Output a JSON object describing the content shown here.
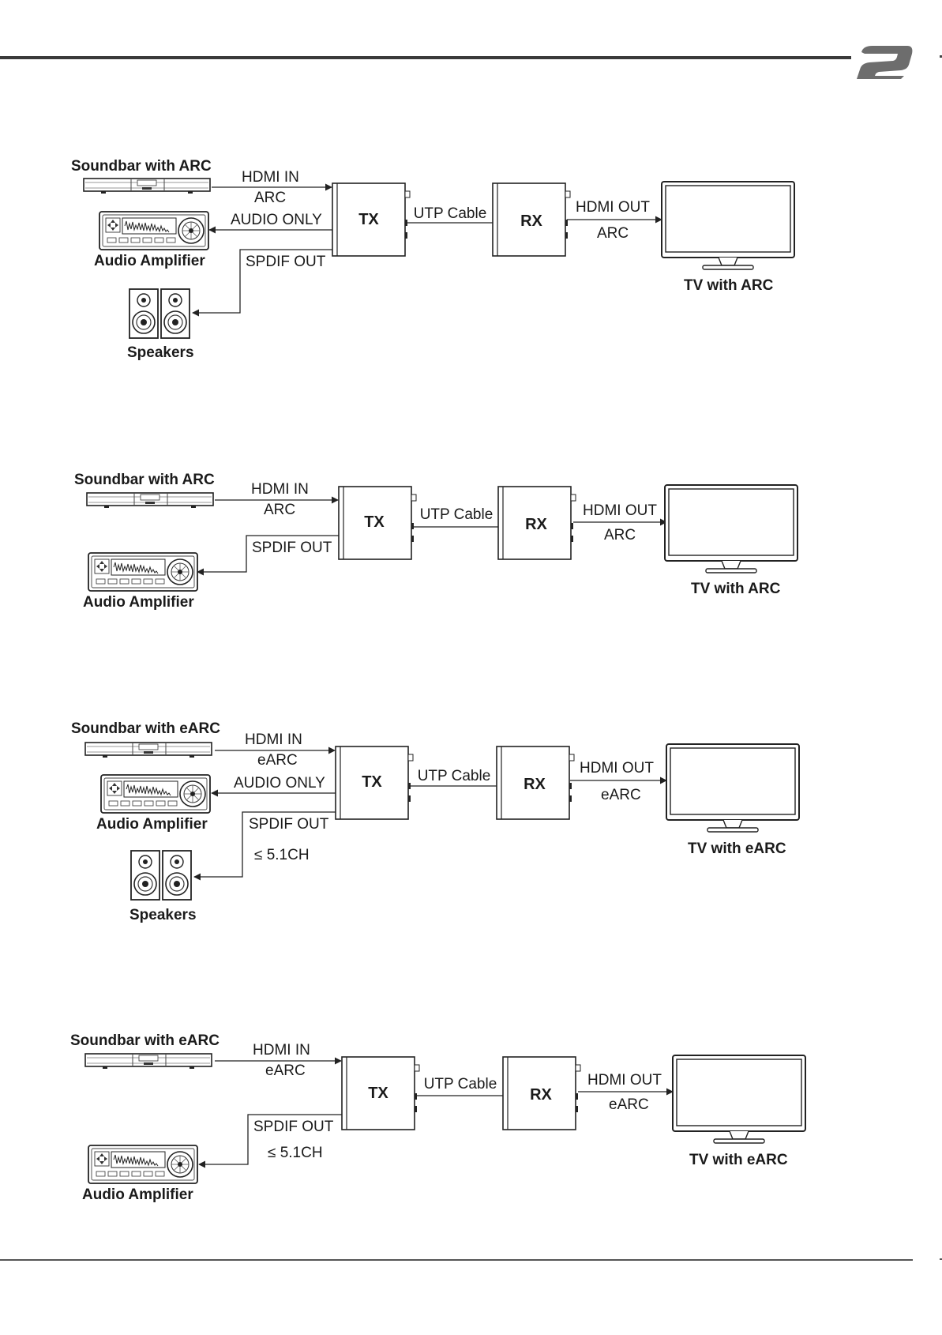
{
  "diagrams": [
    {
      "soundbar": "Soundbar with ARC",
      "hdmi_in": "HDMI IN",
      "arc_in": "ARC",
      "audio_only": "AUDIO ONLY",
      "amplifier": "Audio Amplifier",
      "spdif_out": "SPDIF OUT",
      "speakers": "Speakers",
      "tx": "TX",
      "cable": "UTP Cable",
      "rx": "RX",
      "hdmi_out": "HDMI OUT",
      "arc_out": "ARC",
      "tv": "TV with ARC"
    },
    {
      "soundbar": "Soundbar with ARC",
      "hdmi_in": "HDMI IN",
      "arc_in": "ARC",
      "amplifier": "Audio Amplifier",
      "spdif_out": "SPDIF OUT",
      "tx": "TX",
      "cable": "UTP Cable",
      "rx": "RX",
      "hdmi_out": "HDMI OUT",
      "arc_out": "ARC",
      "tv": "TV with ARC"
    },
    {
      "soundbar": "Soundbar with eARC",
      "hdmi_in": "HDMI IN",
      "arc_in": "eARC",
      "audio_only": "AUDIO ONLY",
      "amplifier": "Audio Amplifier",
      "spdif_out": "SPDIF OUT",
      "channels": "≤ 5.1CH",
      "speakers": "Speakers",
      "tx": "TX",
      "cable": "UTP Cable",
      "rx": "RX",
      "hdmi_out": "HDMI OUT",
      "arc_out": "eARC",
      "tv": "TV with eARC"
    },
    {
      "soundbar": "Soundbar with eARC",
      "hdmi_in": "HDMI IN",
      "arc_in": "eARC",
      "amplifier": "Audio Amplifier",
      "spdif_out": "SPDIF OUT",
      "channels": "≤ 5.1CH",
      "tx": "TX",
      "cable": "UTP Cable",
      "rx": "RX",
      "hdmi_out": "HDMI OUT",
      "arc_out": "eARC",
      "tv": "TV with eARC"
    }
  ],
  "colors": {
    "line": "#222222",
    "rule": "#3a3a3a",
    "logo": "#6d6d6d"
  },
  "icons": {
    "logo": "brand-logo-icon"
  }
}
